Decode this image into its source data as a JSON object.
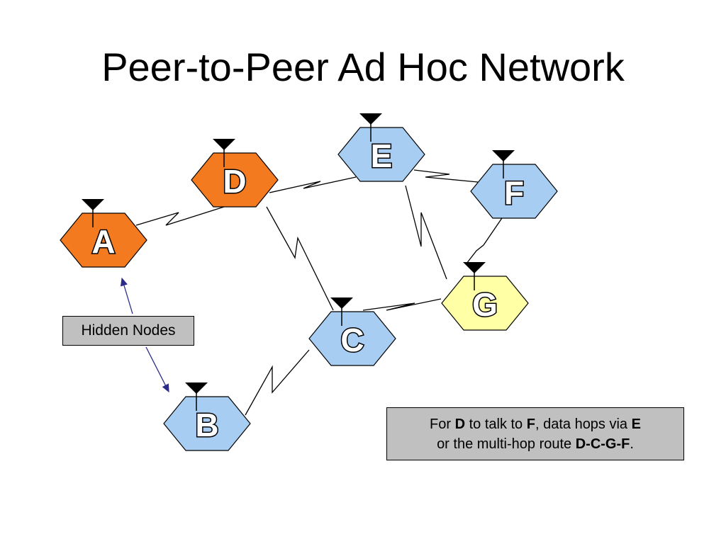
{
  "title": "Peer-to-Peer Ad Hoc Network",
  "nodes": [
    {
      "id": "A",
      "label": "A",
      "color": "#F47A20"
    },
    {
      "id": "B",
      "label": "B",
      "color": "#A7CDF2"
    },
    {
      "id": "C",
      "label": "C",
      "color": "#A7CDF2"
    },
    {
      "id": "D",
      "label": "D",
      "color": "#F47A20"
    },
    {
      "id": "E",
      "label": "E",
      "color": "#A7CDF2"
    },
    {
      "id": "F",
      "label": "F",
      "color": "#A7CDF2"
    },
    {
      "id": "G",
      "label": "G",
      "color": "#FFFFA6"
    }
  ],
  "links": [
    [
      "A",
      "D"
    ],
    [
      "D",
      "E"
    ],
    [
      "E",
      "F"
    ],
    [
      "D",
      "C"
    ],
    [
      "E",
      "G"
    ],
    [
      "C",
      "G"
    ],
    [
      "F",
      "G"
    ],
    [
      "B",
      "C"
    ]
  ],
  "hidden_label": "Hidden Nodes",
  "note": {
    "p1": "For ",
    "d": "D",
    "p2": " to talk to ",
    "f": "F",
    "p3": ", data hops via ",
    "e": "E",
    "p4": "or the multi-hop route ",
    "route": "D-C-G-F",
    "p5": "."
  },
  "arrow_color": "#2B2B8C"
}
